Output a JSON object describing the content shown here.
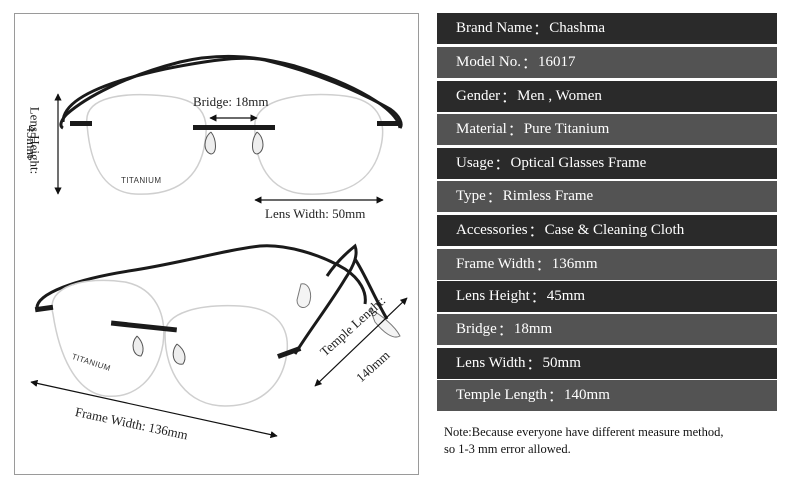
{
  "diagram": {
    "bridge_label": "Bridge: 18mm",
    "lens_height_label": "Lens Height:",
    "lens_height_value": "45mm",
    "lens_width_label": "Lens Width: 50mm",
    "temple_length_label": "Temple Lenght:",
    "temple_length_value": "140mm",
    "frame_width_label": "Frame Width:  136mm",
    "lens_stamp": "TITANIUM"
  },
  "specs": [
    {
      "label": "Brand Name",
      "value": "Chashma"
    },
    {
      "label": "Model No.",
      "value": "16017"
    },
    {
      "label": "Gender",
      "value": "Men , Women"
    },
    {
      "label": "Material",
      "value": "Pure Titanium"
    },
    {
      "label": "Usage",
      "value": "Optical Glasses Frame"
    },
    {
      "label": "Type",
      "value": "Rimless Frame"
    },
    {
      "label": "Accessories",
      "value": "Case & Cleaning Cloth"
    },
    {
      "label": "Frame Width",
      "value": "136mm"
    },
    {
      "label": "Lens Height",
      "value": "45mm"
    },
    {
      "label": "Bridge",
      "value": "18mm"
    },
    {
      "label": "Lens Width",
      "value": "50mm"
    },
    {
      "label": "Temple Length",
      "value": "140mm"
    }
  ],
  "separator": "：",
  "note": {
    "line1": "Note:Because everyone have different measure method,",
    "line2": "so 1-3 mm error allowed."
  },
  "colors": {
    "row_dark": "#2a2a2a",
    "row_light": "#535353",
    "frame": "#1a1a1a"
  }
}
